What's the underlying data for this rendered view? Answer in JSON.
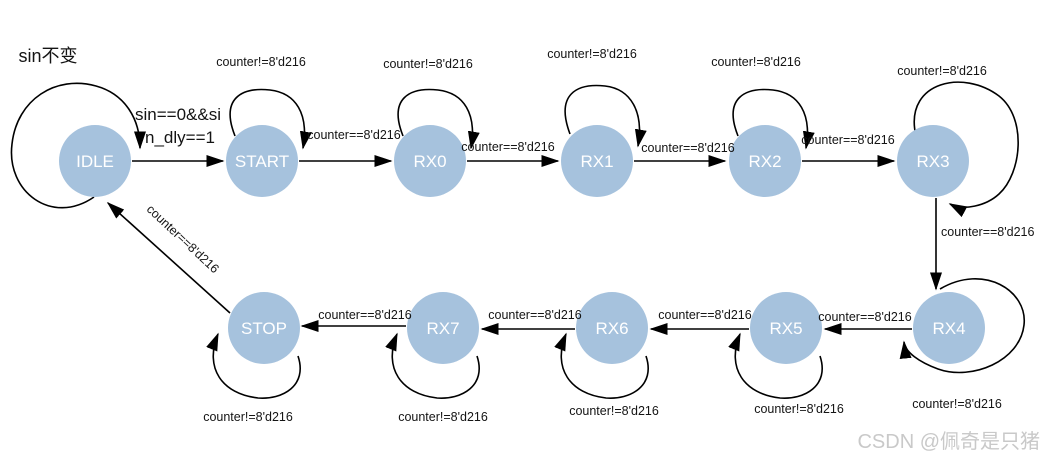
{
  "diagram": {
    "states": [
      {
        "name": "IDLE"
      },
      {
        "name": "START"
      },
      {
        "name": "RX0"
      },
      {
        "name": "RX1"
      },
      {
        "name": "RX2"
      },
      {
        "name": "RX3"
      },
      {
        "name": "RX4"
      },
      {
        "name": "RX5"
      },
      {
        "name": "RX6"
      },
      {
        "name": "RX7"
      },
      {
        "name": "STOP"
      }
    ],
    "self_loops": [
      {
        "state": "IDLE",
        "label": "sin不变"
      },
      {
        "state": "START",
        "label": "counter!=8'd216"
      },
      {
        "state": "RX0",
        "label": "counter!=8'd216"
      },
      {
        "state": "RX1",
        "label": "counter!=8'd216"
      },
      {
        "state": "RX2",
        "label": "counter!=8'd216"
      },
      {
        "state": "RX3",
        "label": "counter!=8'd216"
      },
      {
        "state": "RX4",
        "label": "counter!=8'd216"
      },
      {
        "state": "RX5",
        "label": "counter!=8'd216"
      },
      {
        "state": "RX6",
        "label": "counter!=8'd216"
      },
      {
        "state": "RX7",
        "label": "counter!=8'd216"
      },
      {
        "state": "STOP",
        "label": "counter!=8'd216"
      }
    ],
    "transitions": [
      {
        "from": "IDLE",
        "to": "START",
        "label_line1": "sin==0&&si",
        "label_line2": "n_dly==1"
      },
      {
        "from": "START",
        "to": "RX0",
        "label": "counter==8'd216"
      },
      {
        "from": "RX0",
        "to": "RX1",
        "label": "counter==8'd216"
      },
      {
        "from": "RX1",
        "to": "RX2",
        "label": "counter==8'd216"
      },
      {
        "from": "RX2",
        "to": "RX3",
        "label": "counter==8'd216"
      },
      {
        "from": "RX3",
        "to": "RX4",
        "label": "counter==8'd216"
      },
      {
        "from": "RX4",
        "to": "RX5",
        "label": "counter==8'd216"
      },
      {
        "from": "RX5",
        "to": "RX6",
        "label": "counter==8'd216"
      },
      {
        "from": "RX6",
        "to": "RX7",
        "label": "counter==8'd216"
      },
      {
        "from": "RX7",
        "to": "STOP",
        "label": "counter==8'd216"
      },
      {
        "from": "STOP",
        "to": "IDLE",
        "label": "counter==8'd216"
      }
    ]
  },
  "colors": {
    "state_fill": "#a6c2dd",
    "state_text": "#ffffff",
    "edge": "#000000",
    "label_text": "#141414",
    "watermark": "#c9c9c9",
    "background": "#ffffff"
  },
  "watermark": "CSDN @佩奇是只猪"
}
